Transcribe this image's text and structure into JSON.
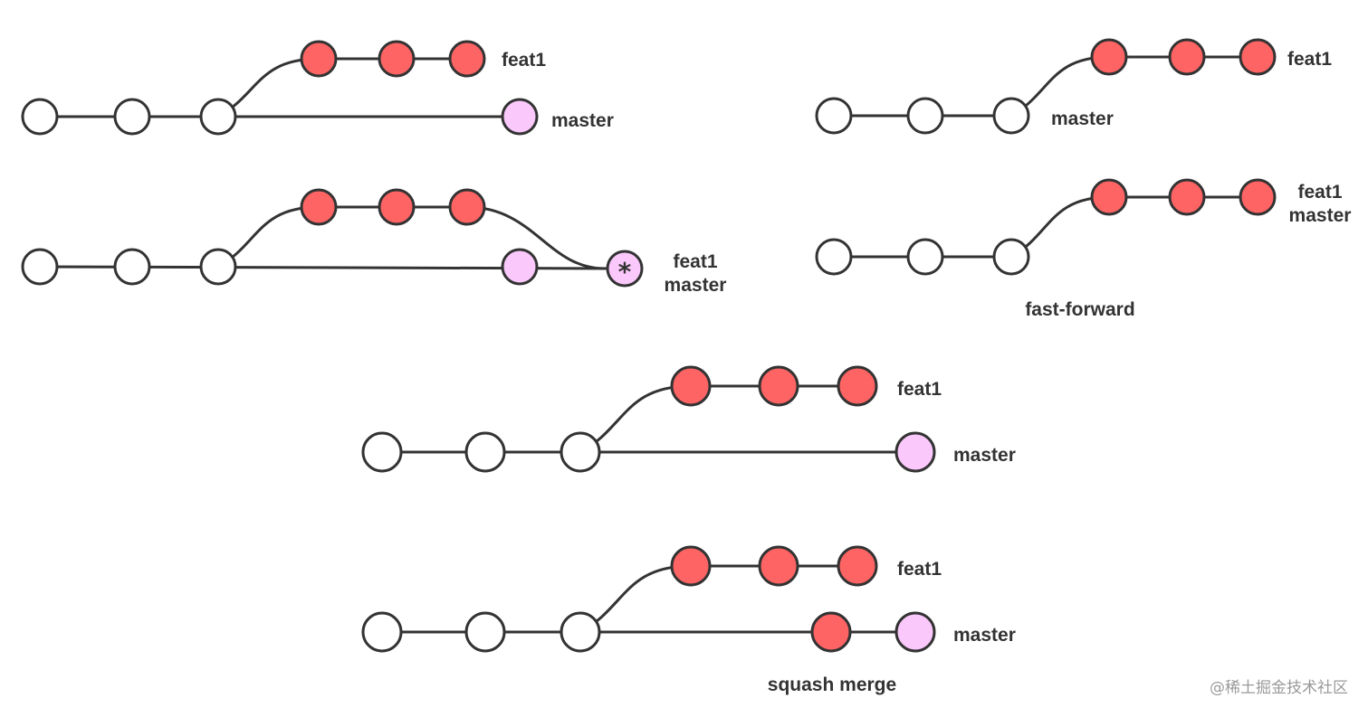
{
  "colors": {
    "base_commit": "#ffffff",
    "feature_commit": "#fe6464",
    "master_commit": "#fbc8fb",
    "stroke": "#333333",
    "text": "#333333",
    "watermark": "#9a9a9a"
  },
  "diagrams": {
    "before_merge": {
      "label_feat": "feat1",
      "label_master": "master"
    },
    "after_merge": {
      "merge_marker": "*",
      "label_feat": "feat1",
      "label_master": "master"
    },
    "ff_before": {
      "label_feat": "feat1",
      "label_master": "master"
    },
    "ff_after": {
      "label_feat": "feat1",
      "label_master": "master"
    },
    "fast_forward_caption": "fast-forward",
    "squash_before": {
      "label_feat": "feat1",
      "label_master": "master"
    },
    "squash_after": {
      "label_feat": "feat1",
      "label_master": "master"
    },
    "squash_caption": "squash merge"
  },
  "watermark": "@稀土掘金技术社区"
}
